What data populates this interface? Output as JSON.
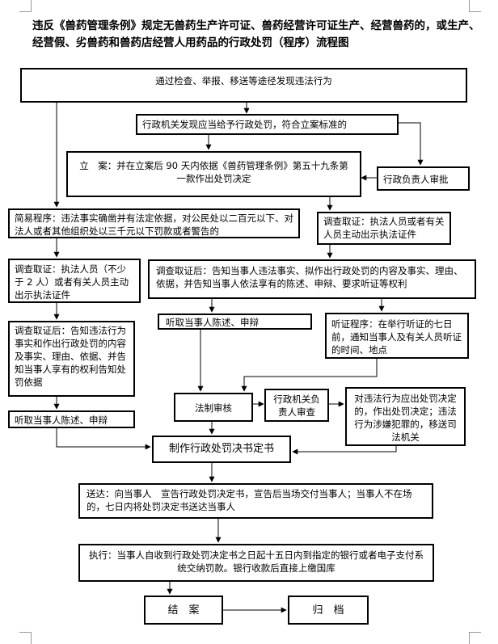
{
  "title": "违反《兽药管理条例》规定无兽药生产许可证、兽药经营许可证生产、经营兽药的，或生产、经营假、劣兽药和兽药店经营人用药品的行政处罚（程序）流程图",
  "nodes": {
    "discover": "通过检查、举报、移送等途径发现违法行为",
    "agency_find": "行政机关发现应当给予行政处罚，符合立案标准的",
    "approval": "行政负责人审批",
    "file_case": "立　案：并在立案后 90 天内依据《兽药管理条例》第五十九条第一款作出处罚决定",
    "simple_procedure": "简易程序：违法事实确凿并有法定依据，对公民处以二百元以下、对法人或者其他组织处以三千元以下罚款或者警告的",
    "investigate_general": "调查取证：执法人员或者有关人员主动出示执法证件",
    "investigate_simple": "调查取证：执法人员（不少于 2 人）或者有关人员主动出示执法证件",
    "after_investigate_general": "调查取证后：告知当事人违法事实、拟作出行政处罚的内容及事实、理由、依据，并告知当事人依法享有的陈述、申辩、要求听证等权利",
    "after_investigate_simple": "调查取证后：告知违法行为事实和作出行政处罚的内容及事实、理由、依据、并告知当事人享有的权利告知处罚依据",
    "hear_statement_general": "听取当事人陈述、申辩",
    "hearing_procedure": "听证程序：在举行听证的七日前，通知当事人及有关人员听证的时间、地点",
    "legal_review": "法制审核",
    "officer_review": "行政机关负责人审查",
    "transfer": "对违法行为应出处罚决定的，作出处罚决定；违法行为涉嫌犯罪的，移送司法机关",
    "hear_statement_simple": "听取当事人陈述、申辩",
    "make_decision": "制作行政处罚决书定书",
    "deliver": "送达：向当事人　宣告行政处罚决定书，宣告后当场交付当事人；当事人不在场的，七日内将处罚决定书送达当事人",
    "execute": "执行：当事人自收到行政处罚决定书之日起十五日内到指定的银行或者电子支付系统交纳罚款。银行收款后直接上缴国库",
    "close_case": "结　案",
    "archive": "归　档"
  }
}
